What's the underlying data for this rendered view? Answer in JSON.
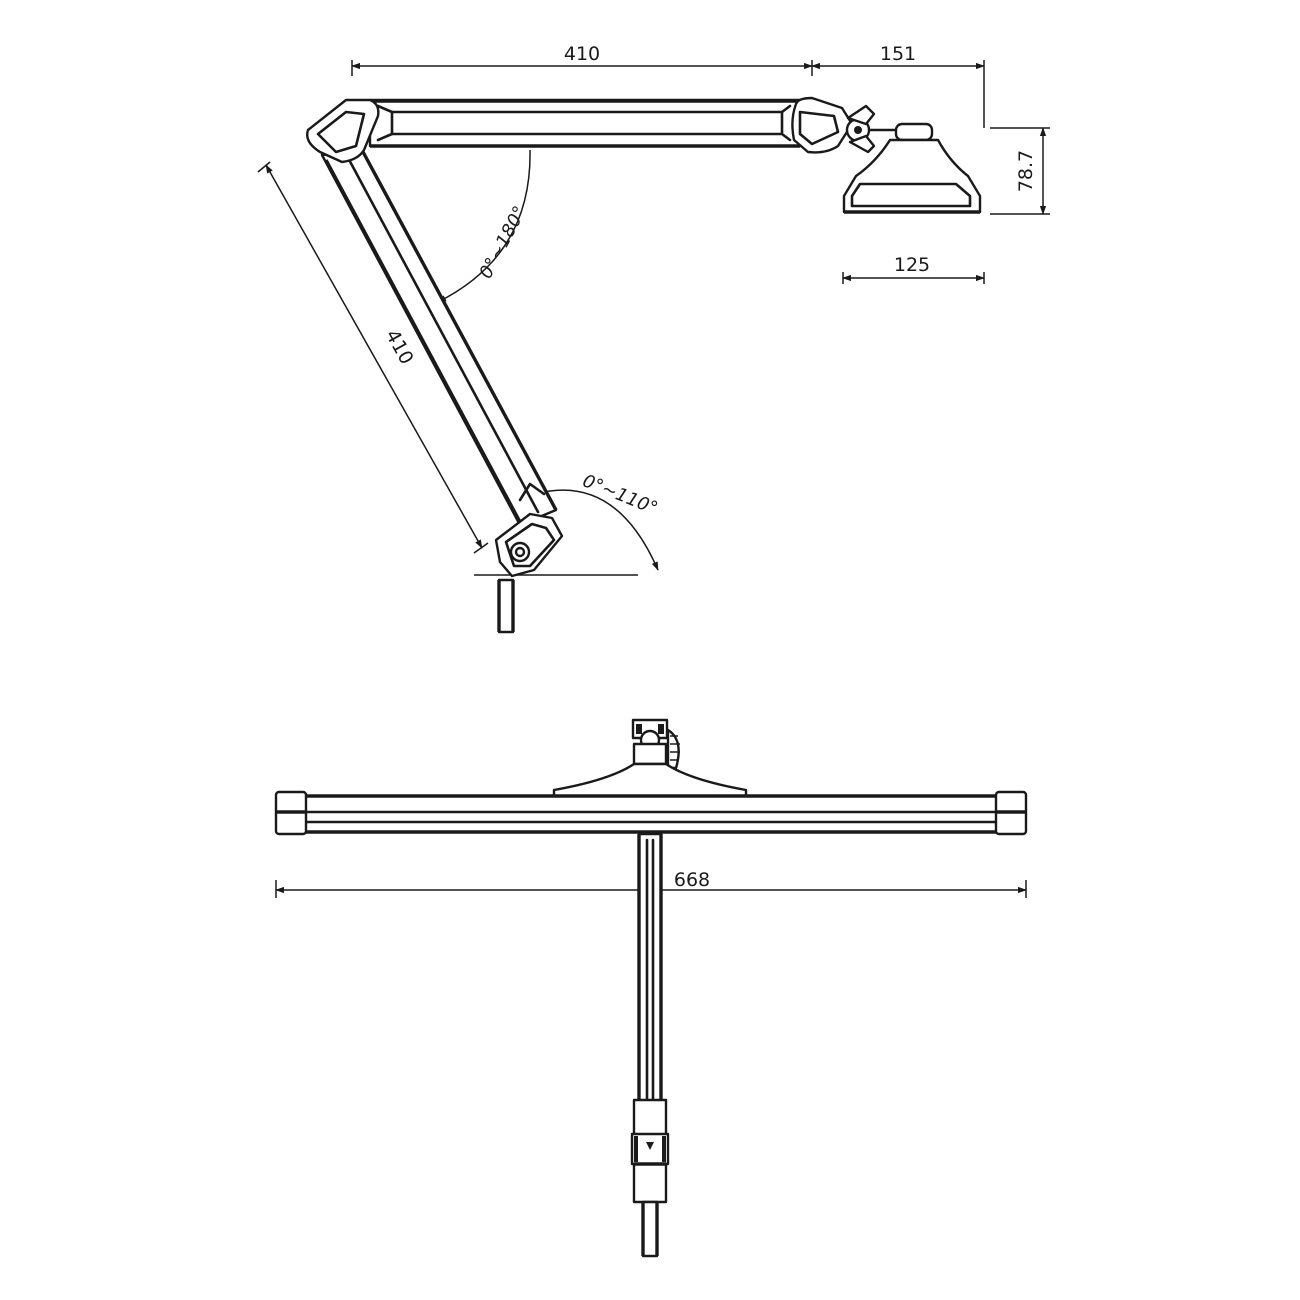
{
  "diagram": {
    "side_view": {
      "dim_upper_arm": "410",
      "dim_head_offset": "151",
      "dim_head_height": "78.7",
      "dim_head_width": "125",
      "dim_lower_arm": "410",
      "angle_elbow": "0°~180°",
      "angle_base": "0°~110°"
    },
    "front_view": {
      "dim_bar_length": "668"
    }
  }
}
